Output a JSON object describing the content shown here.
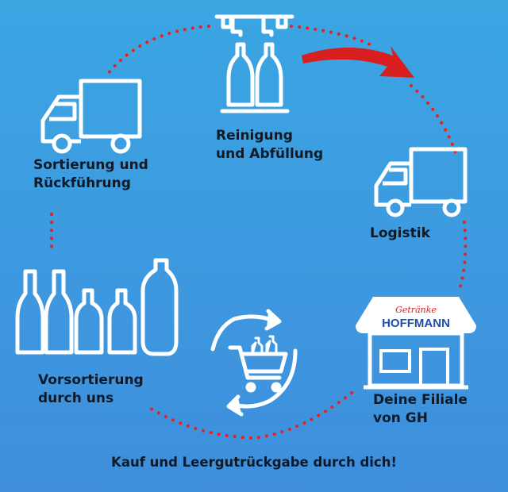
{
  "steps": {
    "reinigung": "Reinigung\nund Abfüllung",
    "logistik": "Logistik",
    "filiale": "Deine Filiale\nvon GH",
    "vorsortierung": "Vorsortierung\ndurch uns",
    "sortierung": "Sortierung und\nRückführung"
  },
  "store_sign": {
    "script": "Getränke",
    "name": "HOFFMANN"
  },
  "footer": "Kauf und Leergutrückgabe durch dich!",
  "colors": {
    "background_top": "#3aa6e2",
    "background_bottom": "#3f8fdc",
    "icon": "#ffffff",
    "dots": "#e8211a",
    "arrow": "#d81e1e",
    "text": "#0c1a2a",
    "brand_blue": "#1e4fa3",
    "brand_red": "#d81e1e"
  },
  "icons": [
    "bottling-icon",
    "truck-icon",
    "store-icon",
    "cart-recycle-icon",
    "bottles-icon"
  ]
}
